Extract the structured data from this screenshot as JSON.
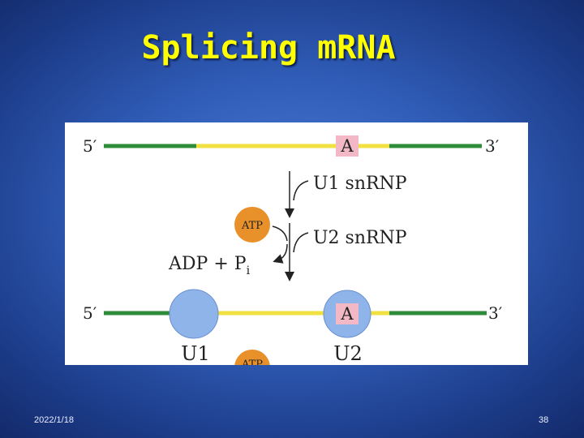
{
  "slide": {
    "title": "Splicing mRNA",
    "date": "2022/1/18",
    "page_number": "38"
  },
  "diagram": {
    "top_strand": {
      "five_prime": "5′",
      "three_prime": "3′",
      "branch_site": "A"
    },
    "steps": {
      "u1_snrnp": "U1 snRNP",
      "u2_snrnp": "U2 snRNP",
      "atp": "ATP",
      "adp_pi": "ADP + P",
      "pi_subscript": "i"
    },
    "bottom_strand": {
      "five_prime": "5′",
      "three_prime": "3′",
      "branch_site": "A",
      "u1_label": "U1",
      "u2_label": "U2",
      "atp_partial": "ATP"
    },
    "colors": {
      "exon": "#2e8b3a",
      "intron": "#f0e040",
      "branch_box": "#f2b8c6",
      "snrnp": "#8fb4ea",
      "atp": "#e8902a",
      "background_blue": "#2f5bb5",
      "title_yellow": "#ffff00"
    }
  }
}
